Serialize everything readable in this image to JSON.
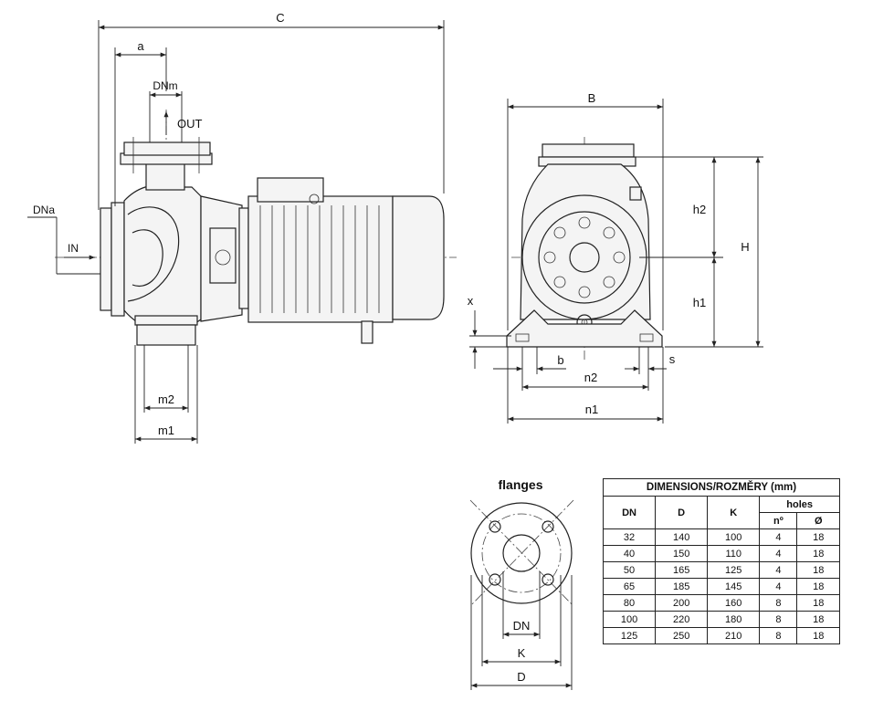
{
  "pump_side_labels": {
    "C": "C",
    "a": "a",
    "DNm": "DNm",
    "OUT": "OUT",
    "DNa": "DNa",
    "IN": "IN",
    "m2": "m2",
    "m1": "m1"
  },
  "pump_front_labels": {
    "B": "B",
    "h2": "h2",
    "H": "H",
    "h1": "h1",
    "x": "x",
    "b": "b",
    "n2": "n2",
    "s": "s",
    "n1": "n1"
  },
  "flange": {
    "title": "flanges",
    "DN": "DN",
    "K": "K",
    "D": "D"
  },
  "table": {
    "title": "DIMENSIONS/ROZMĚRY (mm)",
    "headers": {
      "dn": "DN",
      "d": "D",
      "k": "K",
      "holes": "holes",
      "count": "nº",
      "dia": "Ø"
    },
    "rows": [
      [
        "32",
        "140",
        "100",
        "4",
        "18"
      ],
      [
        "40",
        "150",
        "110",
        "4",
        "18"
      ],
      [
        "50",
        "165",
        "125",
        "4",
        "18"
      ],
      [
        "65",
        "185",
        "145",
        "4",
        "18"
      ],
      [
        "80",
        "200",
        "160",
        "8",
        "18"
      ],
      [
        "100",
        "220",
        "180",
        "8",
        "18"
      ],
      [
        "125",
        "250",
        "210",
        "8",
        "18"
      ]
    ]
  }
}
